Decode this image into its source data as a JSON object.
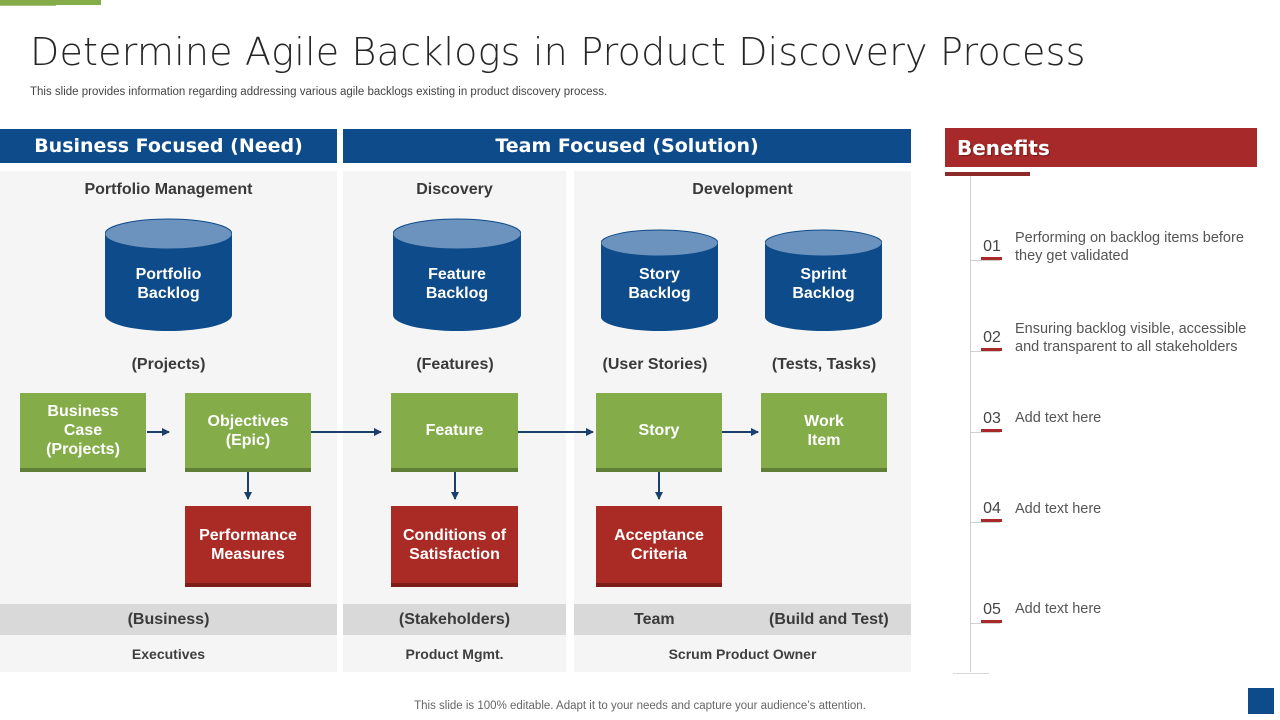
{
  "title": "Determine Agile Backlogs in Product Discovery Process",
  "subtitle": "This slide provides information regarding addressing various agile backlogs existing in product discovery process.",
  "colors": {
    "blue": "#0e4b8a",
    "green": "#84ad4a",
    "red": "#aa2a25",
    "benefits_red": "#a8292a",
    "panel_bg": "#f5f5f5"
  },
  "bands": {
    "business": "Business Focused (Need)",
    "team": "Team Focused (Solution)"
  },
  "columns": {
    "portfolio": "Portfolio Management",
    "discovery": "Discovery",
    "development": "Development"
  },
  "backlogs": [
    {
      "line1": "Portfolio",
      "line2": "Backlog",
      "scope": "(Projects)"
    },
    {
      "line1": "Feature",
      "line2": "Backlog",
      "scope": "(Features)"
    },
    {
      "line1": "Story",
      "line2": "Backlog",
      "scope": "(User Stories)"
    },
    {
      "line1": "Sprint",
      "line2": "Backlog",
      "scope": "(Tests, Tasks)"
    }
  ],
  "flow": {
    "business_case": [
      "Business",
      "Case",
      "(Projects)"
    ],
    "objectives": [
      "Objectives",
      "(Epic)"
    ],
    "feature": [
      "Feature"
    ],
    "story": [
      "Story"
    ],
    "work_item": [
      "Work",
      "Item"
    ],
    "performance_measures": [
      "Performance",
      "Measures"
    ],
    "conditions_of_satisfaction": [
      "Conditions of",
      "Satisfaction"
    ],
    "acceptance_criteria": [
      "Acceptance",
      "Criteria"
    ]
  },
  "footer": {
    "business": "(Business)",
    "stakeholders": "(Stakeholders)",
    "team": "Team",
    "build_test": "(Build and Test)",
    "executives": "Executives",
    "product_mgmt": "Product Mgmt.",
    "scrum_owner": "Scrum Product Owner"
  },
  "benefits": {
    "heading": "Benefits",
    "items": [
      {
        "num": "01",
        "text": "Performing on backlog items before they get validated"
      },
      {
        "num": "02",
        "text": "Ensuring backlog visible, accessible and transparent to all stakeholders"
      },
      {
        "num": "03",
        "text": "Add text here"
      },
      {
        "num": "04",
        "text": "Add text here"
      },
      {
        "num": "05",
        "text": "Add text here"
      }
    ]
  },
  "bottom_note": "This slide is 100% editable. Adapt it to your needs and capture your audience’s attention."
}
